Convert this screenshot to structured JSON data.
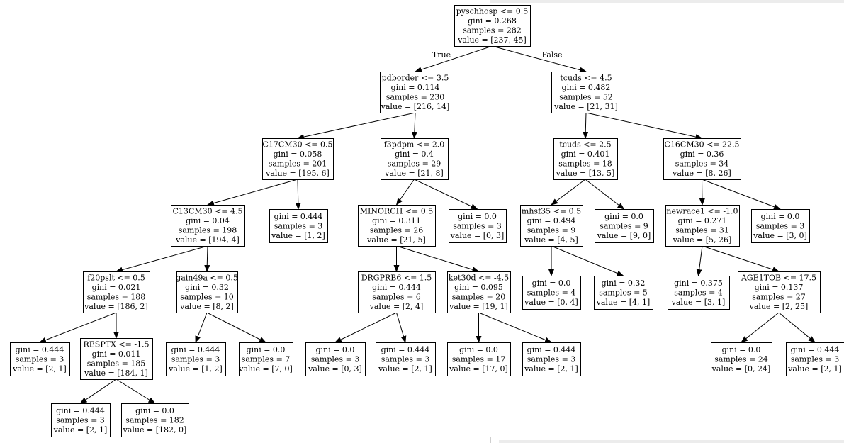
{
  "tree": {
    "edge_labels": {
      "true_label": "True",
      "false_label": "False"
    },
    "nodes": [
      {
        "id": "n0",
        "lines": [
          "pyschhosp <= 0.5",
          "gini = 0.268",
          "samples = 282",
          "value = [237, 45]"
        ]
      },
      {
        "id": "n1",
        "lines": [
          "pdborder <= 3.5",
          "gini = 0.114",
          "samples = 230",
          "value = [216, 14]"
        ]
      },
      {
        "id": "n2",
        "lines": [
          "tcuds <= 4.5",
          "gini = 0.482",
          "samples = 52",
          "value = [21, 31]"
        ]
      },
      {
        "id": "n3",
        "lines": [
          "C17CM30 <= 0.5",
          "gini = 0.058",
          "samples = 201",
          "value = [195, 6]"
        ]
      },
      {
        "id": "n4",
        "lines": [
          "f3pdpm <= 2.0",
          "gini = 0.4",
          "samples = 29",
          "value = [21, 8]"
        ]
      },
      {
        "id": "n5",
        "lines": [
          "tcuds <= 2.5",
          "gini = 0.401",
          "samples = 18",
          "value = [13, 5]"
        ]
      },
      {
        "id": "n6",
        "lines": [
          "C16CM30 <= 22.5",
          "gini = 0.36",
          "samples = 34",
          "value = [8, 26]"
        ]
      },
      {
        "id": "n7",
        "lines": [
          "C13CM30 <= 4.5",
          "gini = 0.04",
          "samples = 198",
          "value = [194, 4]"
        ]
      },
      {
        "id": "n8",
        "lines": [
          "gini = 0.444",
          "samples = 3",
          "value = [1, 2]"
        ]
      },
      {
        "id": "n9",
        "lines": [
          "MINORCH <= 0.5",
          "gini = 0.311",
          "samples = 26",
          "value = [21, 5]"
        ]
      },
      {
        "id": "n10",
        "lines": [
          "gini = 0.0",
          "samples = 3",
          "value = [0, 3]"
        ]
      },
      {
        "id": "n11",
        "lines": [
          "mhsf35 <= 0.5",
          "gini = 0.494",
          "samples = 9",
          "value = [4, 5]"
        ]
      },
      {
        "id": "n12",
        "lines": [
          "gini = 0.0",
          "samples = 9",
          "value = [9, 0]"
        ]
      },
      {
        "id": "n13",
        "lines": [
          "newrace1 <= -1.0",
          "gini = 0.271",
          "samples = 31",
          "value = [5, 26]"
        ]
      },
      {
        "id": "n14",
        "lines": [
          "gini = 0.0",
          "samples = 3",
          "value = [3, 0]"
        ]
      },
      {
        "id": "n15",
        "lines": [
          "f20pslt <= 0.5",
          "gini = 0.021",
          "samples = 188",
          "value = [186, 2]"
        ]
      },
      {
        "id": "n16",
        "lines": [
          "gain49a <= 0.5",
          "gini = 0.32",
          "samples = 10",
          "value = [8, 2]"
        ]
      },
      {
        "id": "n17",
        "lines": [
          "DRGPRB6 <= 1.5",
          "gini = 0.444",
          "samples = 6",
          "value = [2, 4]"
        ]
      },
      {
        "id": "n18",
        "lines": [
          "ket30d <= -4.5",
          "gini = 0.095",
          "samples = 20",
          "value = [19, 1]"
        ]
      },
      {
        "id": "n19",
        "lines": [
          "gini = 0.0",
          "samples = 4",
          "value = [0, 4]"
        ]
      },
      {
        "id": "n20",
        "lines": [
          "gini = 0.32",
          "samples = 5",
          "value = [4, 1]"
        ]
      },
      {
        "id": "n21",
        "lines": [
          "gini = 0.375",
          "samples = 4",
          "value = [3, 1]"
        ]
      },
      {
        "id": "n22",
        "lines": [
          "AGE1TOB <= 17.5",
          "gini = 0.137",
          "samples = 27",
          "value = [2, 25]"
        ]
      },
      {
        "id": "n23",
        "lines": [
          "gini = 0.444",
          "samples = 3",
          "value = [2, 1]"
        ]
      },
      {
        "id": "n24",
        "lines": [
          "RESPTX <= -1.5",
          "gini = 0.011",
          "samples = 185",
          "value = [184, 1]"
        ]
      },
      {
        "id": "n25",
        "lines": [
          "gini = 0.444",
          "samples = 3",
          "value = [1, 2]"
        ]
      },
      {
        "id": "n26",
        "lines": [
          "gini = 0.0",
          "samples = 7",
          "value = [7, 0]"
        ]
      },
      {
        "id": "n27",
        "lines": [
          "gini = 0.0",
          "samples = 3",
          "value = [0, 3]"
        ]
      },
      {
        "id": "n28",
        "lines": [
          "gini = 0.444",
          "samples = 3",
          "value = [2, 1]"
        ]
      },
      {
        "id": "n29",
        "lines": [
          "gini = 0.0",
          "samples = 17",
          "value = [17, 0]"
        ]
      },
      {
        "id": "n30",
        "lines": [
          "gini = 0.444",
          "samples = 3",
          "value = [2, 1]"
        ]
      },
      {
        "id": "n31",
        "lines": [
          "gini = 0.0",
          "samples = 24",
          "value = [0, 24]"
        ]
      },
      {
        "id": "n32",
        "lines": [
          "gini = 0.444",
          "samples = 3",
          "value = [2, 1]"
        ]
      },
      {
        "id": "n33",
        "lines": [
          "gini = 0.444",
          "samples = 3",
          "value = [2, 1]"
        ]
      },
      {
        "id": "n34",
        "lines": [
          "gini = 0.0",
          "samples = 182",
          "value = [182, 0]"
        ]
      }
    ],
    "edges": [
      [
        "n0",
        "n1"
      ],
      [
        "n0",
        "n2"
      ],
      [
        "n1",
        "n3"
      ],
      [
        "n1",
        "n4"
      ],
      [
        "n2",
        "n5"
      ],
      [
        "n2",
        "n6"
      ],
      [
        "n3",
        "n7"
      ],
      [
        "n3",
        "n8"
      ],
      [
        "n4",
        "n9"
      ],
      [
        "n4",
        "n10"
      ],
      [
        "n5",
        "n11"
      ],
      [
        "n5",
        "n12"
      ],
      [
        "n6",
        "n13"
      ],
      [
        "n6",
        "n14"
      ],
      [
        "n7",
        "n15"
      ],
      [
        "n7",
        "n16"
      ],
      [
        "n9",
        "n17"
      ],
      [
        "n9",
        "n18"
      ],
      [
        "n11",
        "n19"
      ],
      [
        "n11",
        "n20"
      ],
      [
        "n13",
        "n21"
      ],
      [
        "n13",
        "n22"
      ],
      [
        "n15",
        "n23"
      ],
      [
        "n15",
        "n24"
      ],
      [
        "n16",
        "n25"
      ],
      [
        "n16",
        "n26"
      ],
      [
        "n17",
        "n27"
      ],
      [
        "n17",
        "n28"
      ],
      [
        "n18",
        "n29"
      ],
      [
        "n18",
        "n30"
      ],
      [
        "n22",
        "n31"
      ],
      [
        "n22",
        "n32"
      ],
      [
        "n24",
        "n33"
      ],
      [
        "n24",
        "n34"
      ]
    ]
  }
}
